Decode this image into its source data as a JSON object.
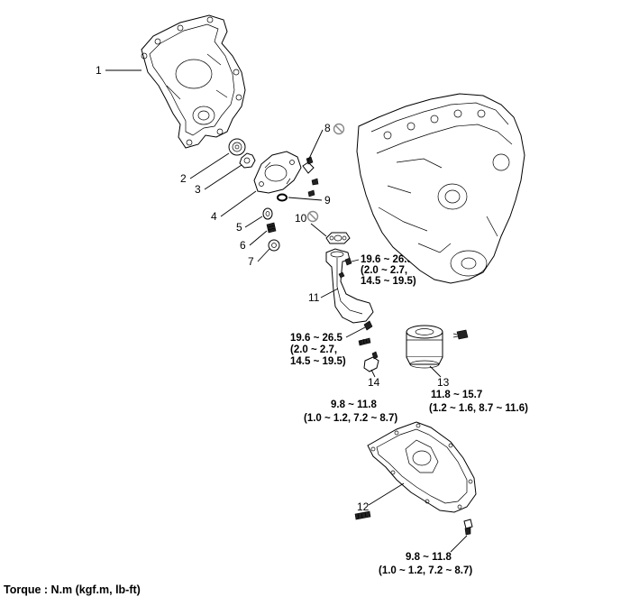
{
  "callouts": {
    "c1": "1",
    "c2": "2",
    "c3": "3",
    "c4": "4",
    "c5": "5",
    "c6": "6",
    "c7": "7",
    "c8": "8",
    "c9": "9",
    "c10": "10",
    "c11": "11",
    "c12": "12",
    "c13": "13",
    "c14": "14"
  },
  "torques": {
    "t11": [
      "19.6 ~ 26.5",
      "(2.0 ~ 2.7,",
      "14.5 ~ 19.5)"
    ],
    "tbolt": [
      "19.6 ~ 26.5",
      "(2.0 ~ 2.7,",
      "14.5 ~ 19.5)"
    ],
    "t14": [
      "9.8 ~ 11.8",
      "(1.0 ~ 1.2, 7.2 ~ 8.7)"
    ],
    "t13": [
      "11.8 ~ 15.7",
      "(1.2 ~ 1.6, 8.7 ~ 11.6)"
    ],
    "t12": [
      "9.8 ~ 11.8",
      "(1.0 ~ 1.2, 7.2 ~ 8.7)"
    ]
  },
  "footer": "Torque : N.m (kgf.m, lb-ft)",
  "icons": {
    "reuse_prohibited": "do-not-reuse-icon"
  }
}
